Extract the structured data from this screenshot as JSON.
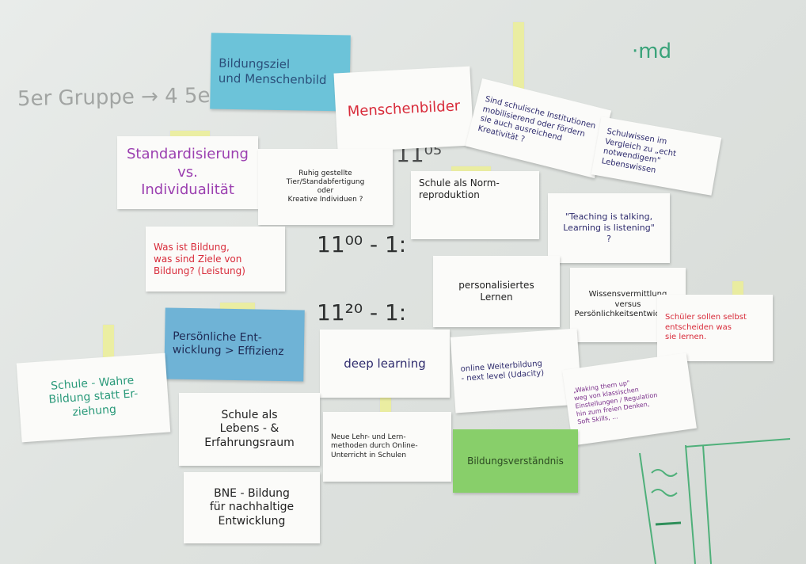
{
  "cards": [
    {
      "id": "bildungsziel",
      "text": "Bildungsziel\nund Menschenbild",
      "color": "#2b4f7a",
      "bg": "#6cc3d9"
    },
    {
      "id": "menschenbilder",
      "text": "Menschenbilder",
      "color": "#d82b3a",
      "bg": "#fbfbf9"
    },
    {
      "id": "schulische-institutionen",
      "text": "Sind schulische Institutionen\nmobilisierend oder fördern\nsie auch ausreichend\nKreativität ?",
      "color": "#2f2c6e",
      "bg": "#fbfbf9"
    },
    {
      "id": "schulwissen",
      "text": "Schulwissen im\nVergleich zu „echt\nnotwendigem\" Lebenswissen",
      "color": "#2f2c6e",
      "bg": "#fbfbf9"
    },
    {
      "id": "standardisierung",
      "text": "Standardisierung\nvs.\nIndividualität",
      "color": "#9b3fb0",
      "bg": "#fbfbf9"
    },
    {
      "id": "ruhig-gestellte",
      "text": "Ruhig gestellte Tier/Standabfertigung\noder\nKreative Individuen ?",
      "color": "#222222",
      "bg": "#fbfbf9"
    },
    {
      "id": "schule-norm",
      "text": "Schule als Norm-\nreproduktion",
      "color": "#222222",
      "bg": "#fbfbf9"
    },
    {
      "id": "teaching",
      "text": "\"Teaching is talking,\nLearning is listening\"\n?",
      "color": "#2f2c6e",
      "bg": "#fbfbf9"
    },
    {
      "id": "was-ist-bildung",
      "text": "Was ist Bildung,\nwas sind Ziele von\nBildung? (Leistung)",
      "color": "#d82b3a",
      "bg": "#fbfbf9"
    },
    {
      "id": "personalisiertes",
      "text": "personalisiertes\nLernen",
      "color": "#222222",
      "bg": "#fbfbf9"
    },
    {
      "id": "wissensvermittlung",
      "text": "Wissensvermittlung\nversus\nPersönlichkeitsentwicklung",
      "color": "#222222",
      "bg": "#fbfbf9"
    },
    {
      "id": "schueler-sollen",
      "text": "Schüler sollen selbst\nentscheiden was\nsie lernen.",
      "color": "#d82b3a",
      "bg": "#fbfbf9"
    },
    {
      "id": "persoenliche",
      "text": "Persönliche Ent-\nwicklung > Effizienz",
      "color": "#1f2b55",
      "bg": "#6fb3d6"
    },
    {
      "id": "deep-learning",
      "text": "deep learning",
      "color": "#2f2c6e",
      "bg": "#fbfbf9"
    },
    {
      "id": "online-weiterbildung",
      "text": "online Weiterbildung\n- next level (Udacity)",
      "color": "#2f2c6e",
      "bg": "#fbfbf9"
    },
    {
      "id": "waking",
      "text": "„Waking them up\"\nweg von klassischen\nEinstellungen / Regulation\nhin zum freien Denken,\nSoft Skills, ...",
      "color": "#7a2f8a",
      "bg": "#fbfbf9"
    },
    {
      "id": "schule-wahre",
      "text": "Schule - Wahre\nBildung statt Er-\nziehung",
      "color": "#2a9a7a",
      "bg": "#fbfbf9"
    },
    {
      "id": "schule-lebens",
      "text": "Schule als\nLebens - &\nErfahrungsraum",
      "color": "#222222",
      "bg": "#fbfbf9"
    },
    {
      "id": "neue-lehr",
      "text": "Neue Lehr- und Lern-\nmethoden durch Online-\nUnterricht in Schulen",
      "color": "#222222",
      "bg": "#fbfbf9"
    },
    {
      "id": "bildungsverstaendnis",
      "text": "Bildungsverständnis",
      "color": "#2c4a22",
      "bg": "#88cf6a"
    },
    {
      "id": "bne",
      "text": "BNE - Bildung\nfür nachhaltige\nEntwicklung",
      "color": "#222222",
      "bg": "#fbfbf9"
    }
  ],
  "board_texts": {
    "gruppe": "5er Gruppe → 4 5er",
    "time1": "11⁰⁵",
    "time2": "11⁰⁰ - 1:",
    "time3": "11²⁰ - 1:",
    "md": "·md"
  }
}
